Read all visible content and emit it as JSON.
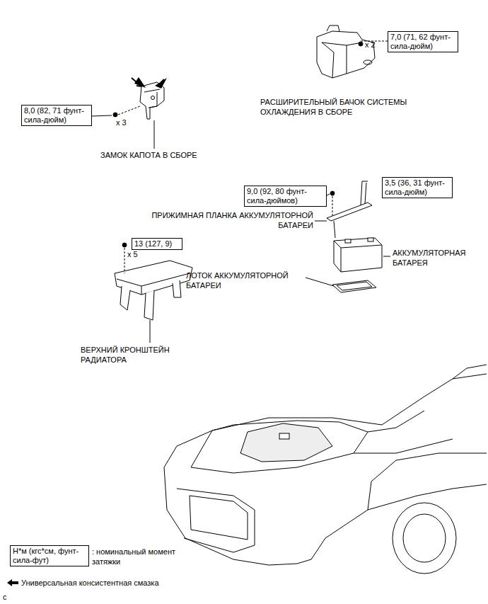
{
  "diagram": {
    "nodes": [
      {
        "text": [
          "7,0 (71, 62 фунт-сила-дюйм)"
        ]
      },
      {
        "text": [
          "8,0 (82, 71 фунт-сила-дюйм)"
        ]
      },
      {
        "text": [
          "9,0 (92, 80 фунт-сила-дюймов)"
        ]
      },
      {
        "text": [
          "3,5 (36, 31 фунт-сила-дюйм)"
        ]
      },
      {
        "text": [
          "13 (127, 9)"
        ]
      },
      {
        "text": [
          "Н*м (кгс*см, фунт-сила-фут)"
        ]
      }
    ],
    "labels": [
      "x 2",
      "РАСШИРИТЕЛЬНЫЙ БАЧОК СИСТЕМЫ ОХЛАЖДЕНИЯ В СБОРЕ",
      "x 3",
      "ЗАМОК КАПОТА В СБОРЕ",
      "ПРИЖИМНАЯ ПЛАНКА АККУМУЛЯТОРНОЙ БАТАРЕИ",
      "АККУМУЛЯТОРНАЯ БАТАРЕЯ",
      "ЛОТОК АККУМУЛЯТОРНОЙ БАТАРЕИ",
      "x 5",
      "ВЕРХНИЙ КРОНШТЕЙН РАДИАТОРА",
      ": номинальный момент затяжки",
      "c"
    ],
    "legend": [
      {
        "text": "Универсальная консистентная смазка"
      }
    ]
  }
}
